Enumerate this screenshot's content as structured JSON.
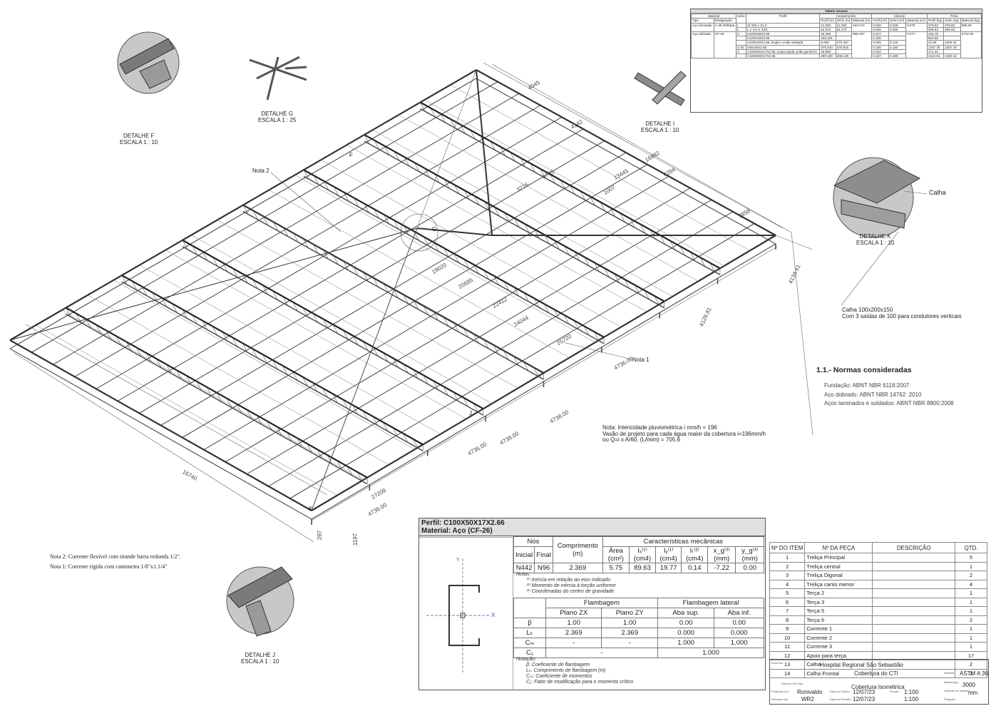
{
  "details": {
    "f": {
      "name": "DETALHE F",
      "scale": "ESCALA 1 : 10"
    },
    "g": {
      "name": "DETALHE G",
      "scale": "ESCALA 1 : 25"
    },
    "i": {
      "name": "DETALHE I",
      "scale": "ESCALA 1 : 10"
    },
    "k": {
      "name": "DETALHE K",
      "scale": "ESCALA 1 : 10"
    },
    "j": {
      "name": "DETALHE J",
      "scale": "ESCALA 1 : 10"
    }
  },
  "callouts": {
    "nota2": "Nota 2",
    "nota1": "Nota 1",
    "calha": "Calha",
    "f": "F",
    "g": "G",
    "j": "J",
    "k": "K"
  },
  "dimensions": [
    "4045",
    "4142",
    "16882",
    "4284",
    "13445",
    "1007",
    "6705",
    "3216",
    "3858",
    "4134.61",
    "19020",
    "20685",
    "22412",
    "24044",
    "25720",
    "4129.81",
    "4736.00",
    "4738.00",
    "4738.00",
    "4736.00",
    "27209",
    "4736.00",
    "16740",
    "297",
    "1197"
  ],
  "calha_note": {
    "line1": "Calha 100x200x150",
    "line2": "Com 3 saídas de 100 para condutores verticais"
  },
  "rain_note": {
    "line1": "Nota: Intencidade pluviométrica i mm/h = 196",
    "line2": "Vasão de projeto para cada água maior da cobertura i=196mm/h",
    "line3": "ou Q=i x A/60, (L/mim) = 705,6"
  },
  "normas": {
    "title": "1.1.- Normas consideradas",
    "items": [
      "Fundação: ABNT NBR 6118:2007",
      "Aço dobrado: ABNT NBR 14762: 2010",
      "Aços laminados e soldados: ABNT NBR 8800:2008"
    ]
  },
  "left_notes": {
    "nota2": "Nota 2: Corrente flexível com tirande barra redonda 1/2\".",
    "nota1": "Nota 1: Corrente rígida com cantoneira 1/8\"x1.1/4\""
  },
  "summary": {
    "title": "Tabela resumo",
    "groups": {
      "material": "Material",
      "comprimento": "Comprimento",
      "volume": "Volume",
      "peso": "Peso"
    },
    "headers": [
      "Tipo",
      "Designação",
      "Série",
      "Perfil",
      "Perfil (m)",
      "Série (m)",
      "Material (m)",
      "Perfil (m³)",
      "Série (m³)",
      "Material (m³)",
      "Perfil (kg)",
      "Série (kg)",
      "Material (kg)"
    ],
    "laminado": {
      "tipo": "Aço laminado",
      "designacao": "A-36 250Mpa",
      "rows": [
        {
          "serie": "I",
          "perfil": "W 200 x 31.3",
          "c_perfil": "12.000",
          "c_serie": "12.000",
          "v_perfil": "0.048",
          "v_serie": "0.048",
          "p_perfil": "379.63",
          "p_serie": "379.63"
        },
        {
          "serie": "L",
          "perfil": "L 1 1/4 X 3/16",
          "c_perfil": "91.272",
          "c_serie": "91.272",
          "v_perfil": "0.026",
          "v_serie": "0.026",
          "p_perfil": "205.63",
          "p_serie": "205.63"
        }
      ],
      "c_material": "103.272",
      "v_material": "0.075",
      "p_material": "585.26"
    },
    "dobrado": {
      "tipo": "Aço dobrado",
      "designacao": "CF-26",
      "rows": [
        {
          "serie": "U",
          "perfil": "U100X50X2.66",
          "c_perfil": "34.256",
          "c_serie": "",
          "v_perfil": "0.017",
          "v_serie": "",
          "p_perfil": "136.75",
          "p_serie": ""
        },
        {
          "serie": "",
          "perfil": "U100X40X2.66",
          "c_perfil": "220.201",
          "c_serie": "",
          "v_perfil": "0.105",
          "v_serie": "",
          "p_perfil": "822.80",
          "p_serie": ""
        },
        {
          "serie": "",
          "perfil": "U100X40X2.66, Duplo I união soldada",
          "c_perfil": "6.000",
          "c_serie": "270.457",
          "v_perfil": "0.005",
          "v_serie": "0.128",
          "p_perfil": "42.89",
          "p_serie": "1002.44"
        },
        {
          "serie": "U 92",
          "perfil": "U92x40x2.66",
          "c_perfil": "375.910",
          "c_serie": "375.910",
          "v_perfil": "0.160",
          "v_serie": "0.160",
          "p_perfil": "1257.78",
          "p_serie": "1257.78"
        },
        {
          "serie": "C",
          "perfil": "C100X50X17X2.66, Caixa dupla união genérica",
          "c_perfil": "18.950",
          "c_serie": "",
          "v_perfil": "0.022",
          "v_serie": "",
          "p_perfil": "171.22",
          "p_serie": ""
        },
        {
          "serie": "",
          "perfil": "C100X50X17X2.66",
          "c_perfil": "290.180",
          "c_serie": "309.130",
          "v_perfil": "0.167",
          "v_serie": "0.189",
          "p_perfil": "1310.91",
          "p_serie": "1482.13"
        }
      ],
      "c_material": "955.497",
      "v_material": "0.477",
      "p_material": "3742.36"
    }
  },
  "profile": {
    "perfil": "Perfil: C100X50X17X2.66",
    "material": "Material: Aço (CF-26)",
    "axis_x": "X",
    "axis_y": "Y",
    "nos": "Nós",
    "inicial": "Inicial",
    "final": "Final",
    "comprimento": "Comprimento (m)",
    "caracteristicas": "Características mecânicas",
    "area": "Área (cm²)",
    "ix": "Iₓ⁽¹⁾ (cm4)",
    "iy": "Iᵧ⁽¹⁾ (cm4)",
    "it": "Iₜ⁽²⁾ (cm4)",
    "xg": "x_g⁽³⁾ (mm)",
    "yg": "y_g⁽³⁾ (mm)",
    "values": {
      "inicial": "N442",
      "final": "N96",
      "comprimento": "2.369",
      "area": "5.75",
      "ix": "89.63",
      "iy": "19.77",
      "it": "0.14",
      "xg": "-7.22",
      "yg": "0.00"
    },
    "notas_title": "Notas:",
    "notas": [
      "⁽¹⁾ Inércia em relação ao eixo indicado",
      "⁽²⁾ Momento de inércia à torção uniforme",
      "⁽³⁾ Coordenadas do centro de gravidade"
    ],
    "flambagem": "Flambagem",
    "plano_zx": "Plano ZX",
    "plano_zy": "Plano ZY",
    "flambagem_lateral": "Flambagem lateral",
    "aba_sup": "Aba sup.",
    "aba_inf": "Aba inf.",
    "rows": [
      {
        "sym": "β",
        "zx": "1.00",
        "zy": "1.00",
        "sup": "0.00",
        "inf": "0.00"
      },
      {
        "sym": "Lₖ",
        "zx": "2.369",
        "zy": "2.369",
        "sup": "0.000",
        "inf": "0.000"
      },
      {
        "sym": "Cₘ",
        "zx": "-",
        "zy": "-",
        "sup": "1.000",
        "inf": "1.000"
      }
    ],
    "c1": {
      "sym": "C₁",
      "flamb": "-",
      "lat": "1.000"
    },
    "notacao_title": "Notação:",
    "notacao": [
      "β: Coeficiente de flambagem",
      "Lₖ: Comprimento de flambagem (m)",
      "Cₘ: Coeficiente de momentos",
      "C₁: Fator de modificação para o momento crítico"
    ]
  },
  "parts": {
    "headers": [
      "Nº DO ITEM",
      "Nº DA PEÇA",
      "DESCRIÇÃO",
      "QTD."
    ],
    "rows": [
      [
        "1",
        "Treliça Principal",
        "",
        "5"
      ],
      [
        "2",
        "Treliça central",
        "",
        "1"
      ],
      [
        "3",
        "Treliça Digonal",
        "",
        "2"
      ],
      [
        "4",
        "Treliça canto menor",
        "",
        "4"
      ],
      [
        "5",
        "Terça 2",
        "",
        "1"
      ],
      [
        "6",
        "Terça 3",
        "",
        "1"
      ],
      [
        "7",
        "Terça 5",
        "",
        "1"
      ],
      [
        "8",
        "Terça 6",
        "",
        "2"
      ],
      [
        "9",
        "Corrente 1",
        "",
        "1"
      ],
      [
        "10",
        "Corrente 2",
        "",
        "1"
      ],
      [
        "11",
        "Corrente 3",
        "",
        "1"
      ],
      [
        "12",
        "Apoio para terça",
        "",
        "17"
      ],
      [
        "13",
        "Calha",
        "",
        "2"
      ],
      [
        "14",
        "Calha Frontal",
        "",
        "2"
      ]
    ]
  },
  "title_block": {
    "empresa_lbl": "Empresa",
    "empresa": "Hospital Regional São Sebastião",
    "obra": "Cobertura do CTI",
    "material_lbl": "Material",
    "material": "ASTM A 36",
    "peca_lbl": "Número da Peça",
    "peca": "Cobertura Isométrica",
    "massa_lbl": "Massa (kg)",
    "massa": "3000",
    "projetado_lbl": "Projetado por",
    "projetado": "Ronivaldo",
    "data_lbl": "Data do Projeto",
    "data": "12/07/23",
    "escala_lbl": "Escala",
    "escala": "1:100",
    "unidade_lbl": "Unidade de medida",
    "unidade": "mm",
    "revisado_lbl": "Revisado por",
    "revisado": "WR2",
    "data_rev_lbl": "Data da Revisão",
    "data_rev": "12/07/23",
    "escala2": "1:100",
    "projecao_lbl": "Projeção"
  }
}
